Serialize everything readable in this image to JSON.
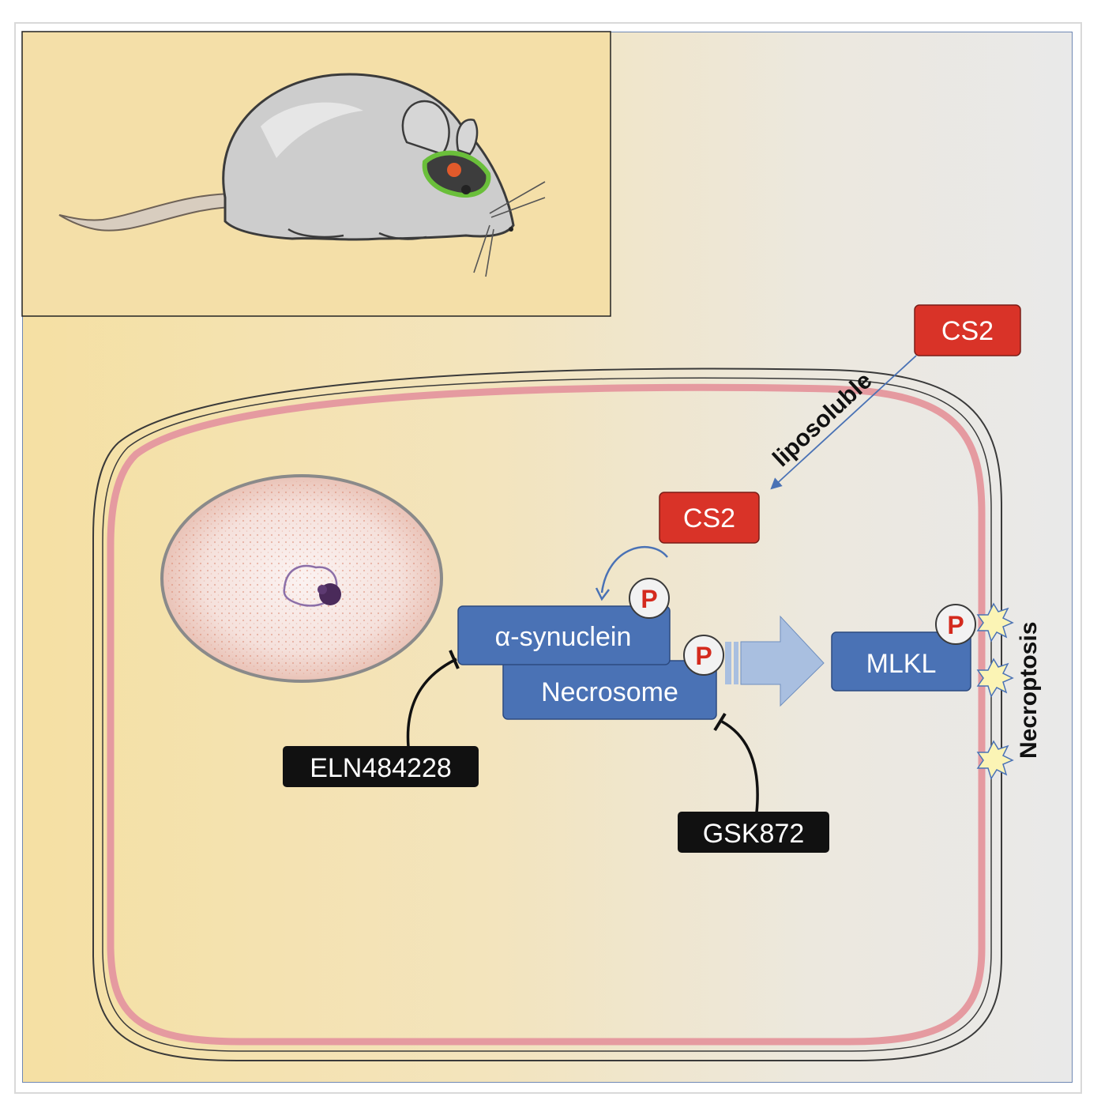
{
  "labels": {
    "cs2_outside": "CS2",
    "cs2_inside": "CS2",
    "liposoluble": "liposoluble",
    "alpha_synuclein": "α-synuclein",
    "necrosome": "Necrosome",
    "mlkl": "MLKL",
    "eln": "ELN484228",
    "gsk": "GSK872",
    "necroptosis": "Necroptosis",
    "phospho": "P"
  },
  "colors": {
    "protein_box": "#4a72b5",
    "cs2_box": "#d93328",
    "inhibitor_box": "#111111",
    "cell_membrane": "#e59aa0",
    "arrow": "#a9bfe0"
  }
}
